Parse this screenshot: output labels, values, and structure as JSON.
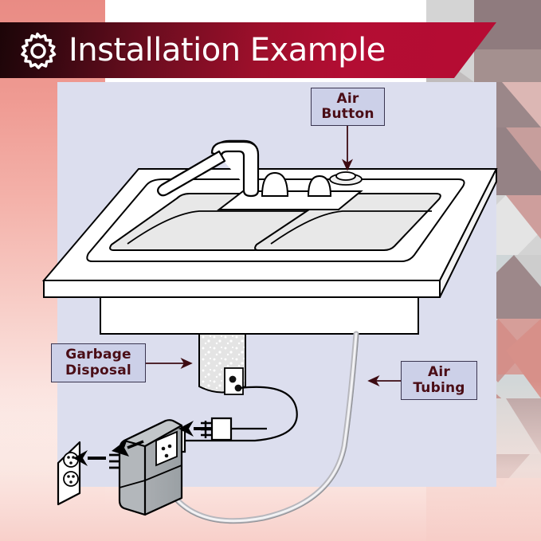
{
  "header": {
    "title": "Installation Example",
    "icon": "gear-icon",
    "banner_color_dark": "#1c0508",
    "banner_color_bright": "#b30d33",
    "title_color": "#ffffff"
  },
  "theme": {
    "panel_background": "#dcdeee",
    "callout_background": "#ccd0e8",
    "callout_border": "#3a3550",
    "callout_text": "#4a0d16",
    "line_color": "#000000",
    "accent_crimson": "#b30d33",
    "left_gradient_top": "#e98b84",
    "bottom_wash": "#f7cdc7"
  },
  "diagram": {
    "title": "Installation Example",
    "type": "installation-diagram",
    "callouts": [
      {
        "id": "air-button",
        "label": "Air\nButton",
        "points_to": "air-button-on-sink-deck",
        "arrow_direction": "down"
      },
      {
        "id": "garbage-disposal",
        "label": "Garbage\nDisposal",
        "points_to": "disposal-unit-under-sink",
        "arrow_direction": "right"
      },
      {
        "id": "air-tubing",
        "label": "Air\nTubing",
        "points_to": "air-tube-run",
        "arrow_direction": "left"
      }
    ],
    "components": [
      {
        "id": "sink",
        "name": "double-basin-sink"
      },
      {
        "id": "faucet",
        "name": "faucet-with-two-handles"
      },
      {
        "id": "air-button",
        "name": "air-button-actuator"
      },
      {
        "id": "cabinet",
        "name": "under-sink-cabinet"
      },
      {
        "id": "disposal",
        "name": "garbage-disposal-unit"
      },
      {
        "id": "power-cord",
        "name": "disposal-power-cord"
      },
      {
        "id": "plug",
        "name": "disposal-plug"
      },
      {
        "id": "control-box",
        "name": "air-switch-control-box"
      },
      {
        "id": "wall-outlet",
        "name": "duplex-wall-outlet"
      },
      {
        "id": "air-tubing",
        "name": "air-tubing-line"
      }
    ]
  }
}
